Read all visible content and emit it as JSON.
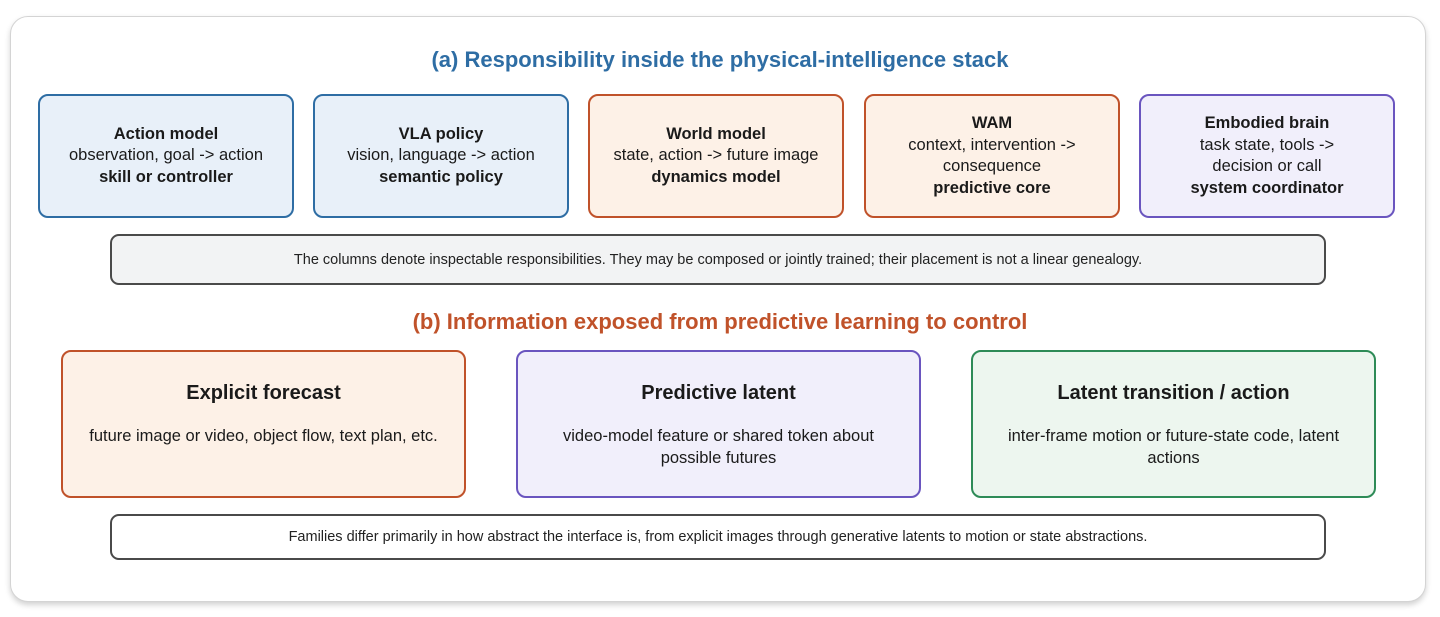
{
  "section_a": {
    "title": "(a) Responsibility inside the physical-intelligence stack",
    "boxes": [
      {
        "name": "Action model",
        "line1": "observation, goal -> action",
        "line2": "",
        "role": "skill or controller",
        "color": "#2e6da4"
      },
      {
        "name": "VLA policy",
        "line1": "vision, language -> action",
        "line2": "",
        "role": "semantic policy",
        "color": "#2e6da4"
      },
      {
        "name": "World model",
        "line1": "state, action -> future image",
        "line2": "",
        "role": "dynamics model",
        "color": "#c0522a"
      },
      {
        "name": "WAM",
        "line1": "context, intervention ->",
        "line2": "consequence",
        "role": "predictive core",
        "color": "#c0522a"
      },
      {
        "name": "Embodied brain",
        "line1": "task state, tools ->",
        "line2": "decision or call",
        "role": "system coordinator",
        "color": "#6a55bf"
      }
    ],
    "note": "The columns denote inspectable responsibilities. They may be composed or jointly trained; their placement is not a linear genealogy."
  },
  "section_b": {
    "title": "(b) Information exposed from predictive learning to control",
    "boxes": [
      {
        "name": "Explicit forecast",
        "desc": "future image or video, object flow, text plan, etc.",
        "color": "#c0522a"
      },
      {
        "name": "Predictive latent",
        "desc": "video-model feature or shared token about possible futures",
        "color": "#6a55bf"
      },
      {
        "name": "Latent transition / action",
        "desc": "inter-frame motion or future-state code, latent actions",
        "color": "#2e8b57"
      }
    ],
    "note": "Families differ primarily in how abstract the interface is, from explicit images through generative latents to motion or state abstractions."
  }
}
